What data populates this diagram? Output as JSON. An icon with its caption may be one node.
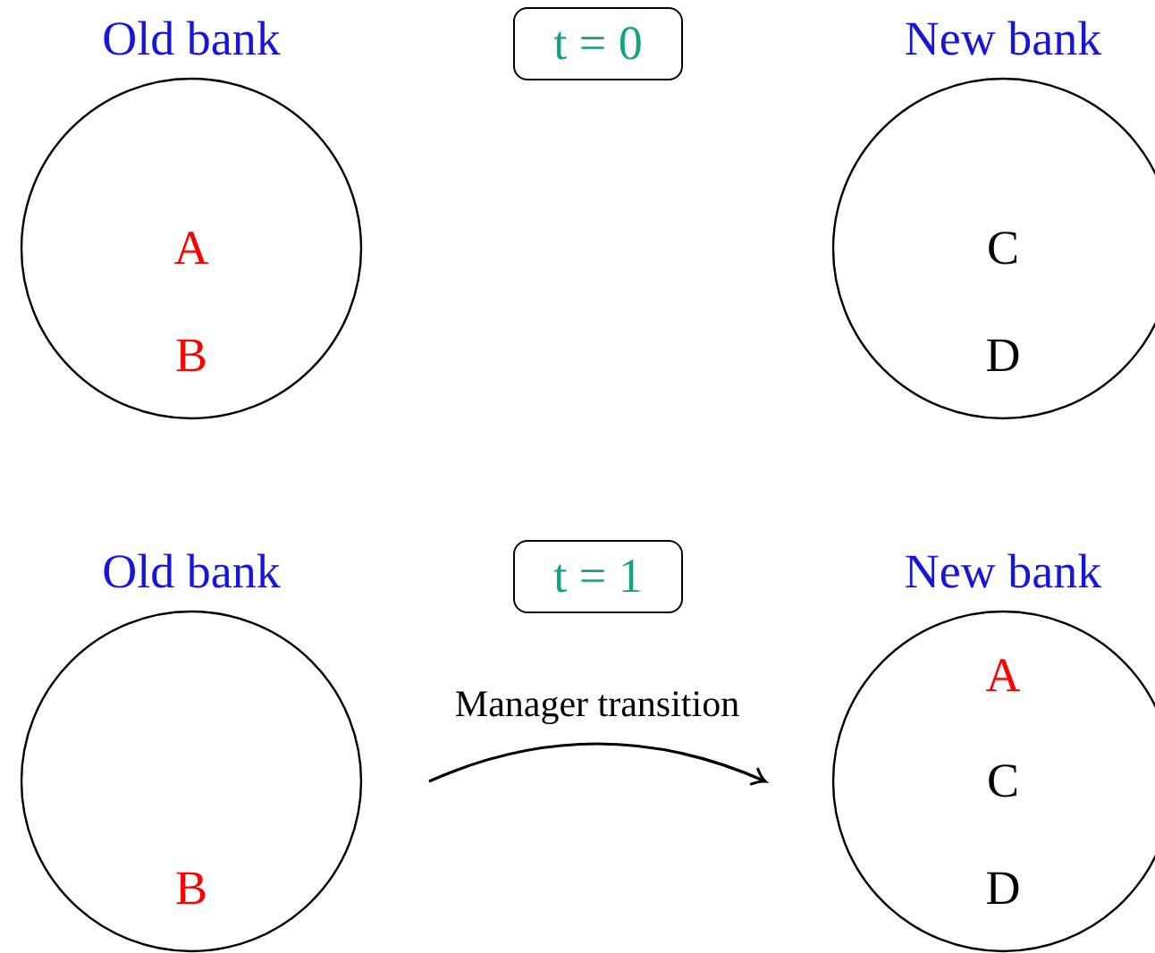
{
  "diagram": {
    "nodes": [
      {
        "text": [
          "Old bank",
          "A",
          "B"
        ]
      },
      {
        "text": [
          "t = 0"
        ]
      },
      {
        "text": [
          "New bank",
          "C",
          "D"
        ]
      },
      {
        "text": [
          "Old bank",
          "B"
        ]
      },
      {
        "text": [
          "t = 1"
        ]
      },
      {
        "text": [
          "New bank",
          "A",
          "C",
          "D"
        ]
      }
    ],
    "edges": [
      {
        "from": 3,
        "to": 5,
        "arrow": "to",
        "label": "Manager transition"
      }
    ]
  }
}
